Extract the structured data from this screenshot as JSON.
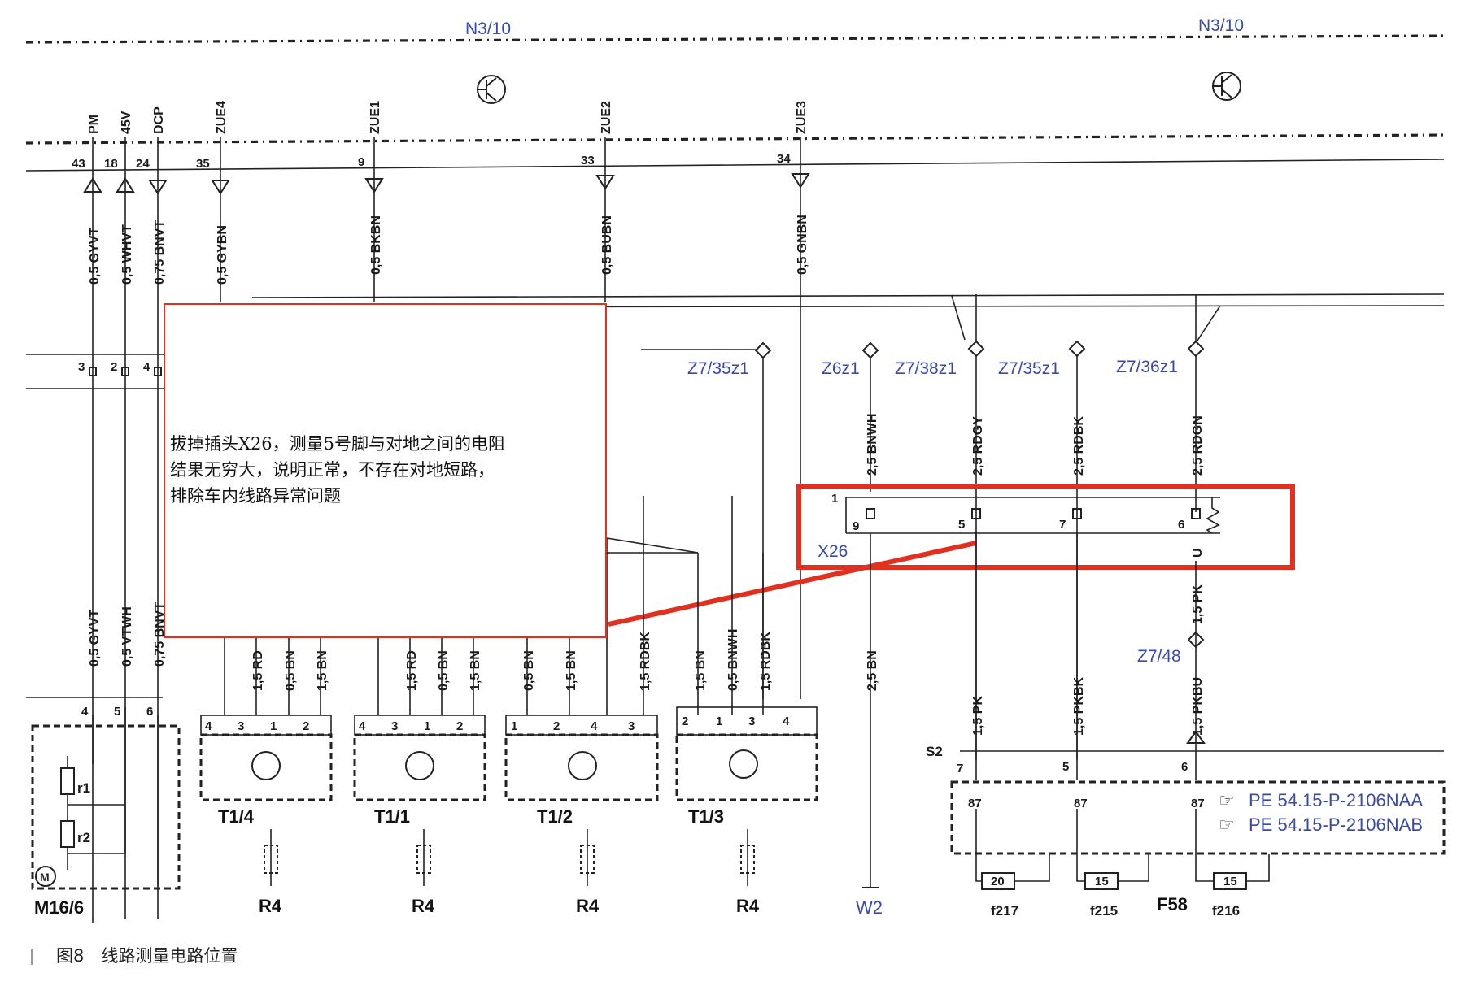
{
  "module_labels": [
    "N3/10",
    "N3/10"
  ],
  "top_pins": [
    {
      "num": "43",
      "name": "PM",
      "wire": "0,5 GYVT"
    },
    {
      "num": "18",
      "name": "45V",
      "wire": "0,5 WHVT"
    },
    {
      "num": "24",
      "name": "DCP",
      "wire": "0,75 BNVT"
    },
    {
      "num": "35",
      "name": "ZUE4",
      "wire": "0,5 GYBN"
    },
    {
      "num": "9",
      "name": "ZUE1",
      "wire": "0,5 BKBN"
    },
    {
      "num": "33",
      "name": "ZUE2",
      "wire": "0,5 BUBN"
    },
    {
      "num": "34",
      "name": "ZUE3",
      "wire": "0,5 GNBN"
    }
  ],
  "left_pins": [
    "3",
    "2",
    "4"
  ],
  "splices": [
    "Z7/35z1",
    "Z6z1",
    "Z7/38z1",
    "Z7/35z1",
    "Z7/36z1",
    "Z7/48"
  ],
  "x26": {
    "name": "X26",
    "pins": [
      "1",
      "9",
      "5",
      "7",
      "6"
    ],
    "wires": [
      "2,5 BNWH",
      "2,5 RDGY",
      "2,5 RDBK",
      "2,5 RDGN"
    ],
    "u_mark": "U"
  },
  "lower_wires": {
    "m16_wires": [
      "0,5 GYVT",
      "0,5 VTWH",
      "0,75 BNVT"
    ],
    "t14": [
      "1,5 RD",
      "0,5 BN",
      "1,5 BN"
    ],
    "t11": [
      "1,5 RD",
      "0,5 BN",
      "1,5 BN"
    ],
    "t12": [
      "0,5 BN",
      "1,5 BN",
      "1,5 RDBK"
    ],
    "t13": [
      "1,5 BN",
      "0,5 BNWH",
      "1,5 RDBK"
    ],
    "ground": "2,5 BN",
    "pk": [
      "1,5 PK",
      "1,5 PKBK",
      "1,5 PKBU",
      "1,5 PK"
    ]
  },
  "components": {
    "m16": "M16/6",
    "r1": "r1",
    "r2": "r2",
    "m": "M",
    "m16_pins": [
      "4",
      "5",
      "6"
    ],
    "ignition": [
      {
        "name": "T1/4",
        "pins": [
          "4",
          "3",
          "1",
          "2"
        ],
        "res": "R4"
      },
      {
        "name": "T1/1",
        "pins": [
          "4",
          "3",
          "1",
          "2"
        ],
        "res": "R4"
      },
      {
        "name": "T1/2",
        "pins": [
          "1",
          "2",
          "4",
          "3"
        ],
        "res": "R4"
      },
      {
        "name": "T1/3",
        "pins": [
          "2",
          "1",
          "3",
          "4"
        ],
        "res": "R4"
      }
    ],
    "ground_label": "W2",
    "s2": "S2",
    "s2_pins": [
      "7",
      "5",
      "6"
    ],
    "relay_pins": [
      "87",
      "87",
      "87"
    ],
    "refs": [
      "PE 54.15-P-2106NAA",
      "PE 54.15-P-2106NAB"
    ],
    "fuses": [
      {
        "rating": "20",
        "name": "f217"
      },
      {
        "rating": "15",
        "name": "f215"
      },
      {
        "rating": "15",
        "name": "f216"
      }
    ],
    "fuse_box": "F58"
  },
  "note": {
    "lines": [
      "拔掉插头X26，测量5号脚与对地之间的电阻",
      "结果无穷大，说明正常，不存在对地短路，",
      "排除车内线路异常问题"
    ]
  },
  "caption": "图8　线路测量电路位置",
  "colors": {
    "highlight": "#e0301f",
    "label_blue": "#3a4aa0"
  }
}
